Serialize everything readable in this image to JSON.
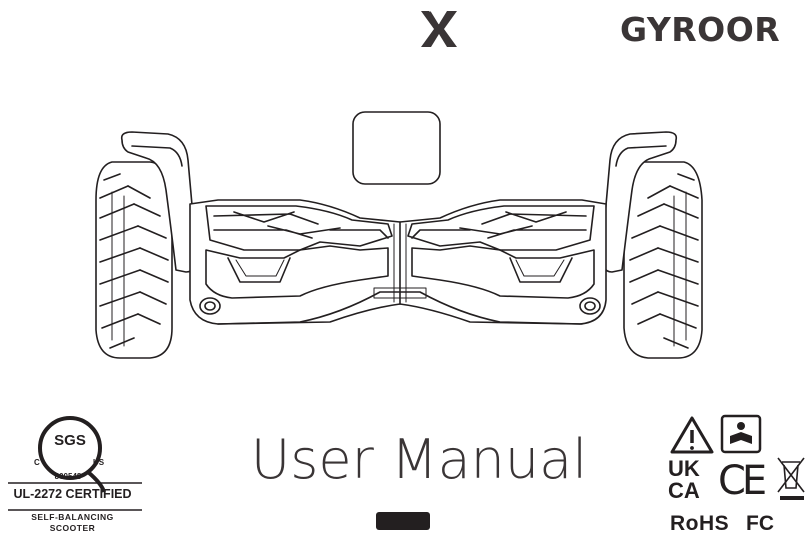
{
  "brand": {
    "mark": "X",
    "logo": "GYROOR"
  },
  "title": "User Manual",
  "certification": {
    "body": "SGS",
    "c": "C",
    "us": "US",
    "number": "800548",
    "standard": "UL-2272 CERTIFIED",
    "category_line1": "SELF-BALANCING",
    "category_line2": "SCOOTER"
  },
  "compliance": {
    "ukca_line1": "UK",
    "ukca_line2": "CA",
    "ce": "CE",
    "rohs": "RoHS",
    "fcc": "FC"
  },
  "icons": [
    "warning-triangle-icon",
    "read-manual-icon",
    "weee-bin-icon"
  ]
}
